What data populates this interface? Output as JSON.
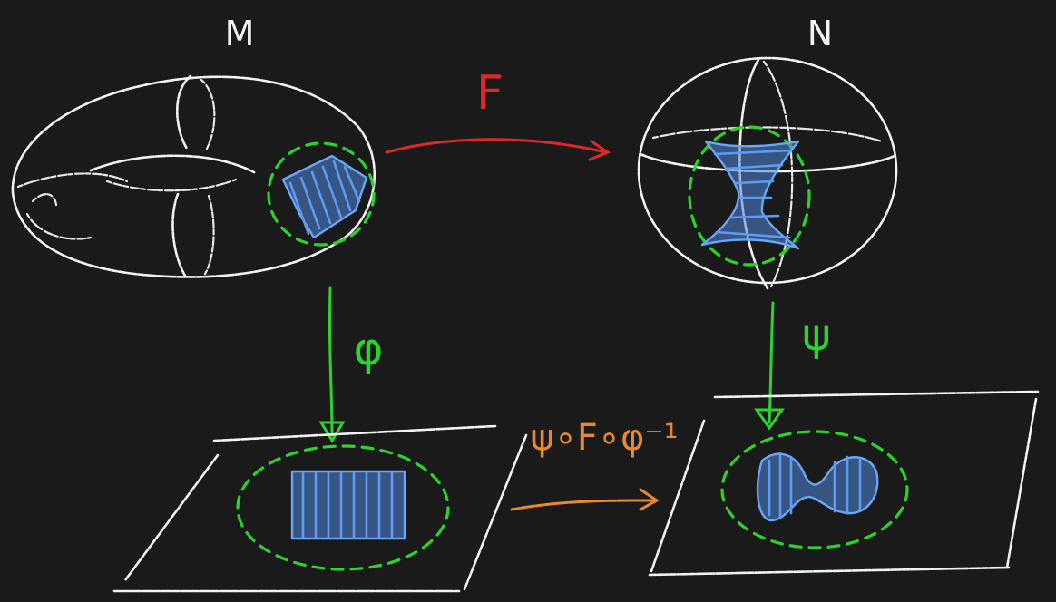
{
  "labels": {
    "manifold_m": "M",
    "manifold_n": "N",
    "map_f": "F",
    "chart_phi": "φ",
    "chart_psi": "ψ",
    "transition": "ψ∘F∘φ⁻¹"
  },
  "colors": {
    "background": "#1a1a1a",
    "chalk_white": "#f2f2f2",
    "chart_green": "#2bd42b",
    "map_red": "#e02828",
    "composite_orange": "#e8892e",
    "region_blue": "#5d9cf0"
  }
}
